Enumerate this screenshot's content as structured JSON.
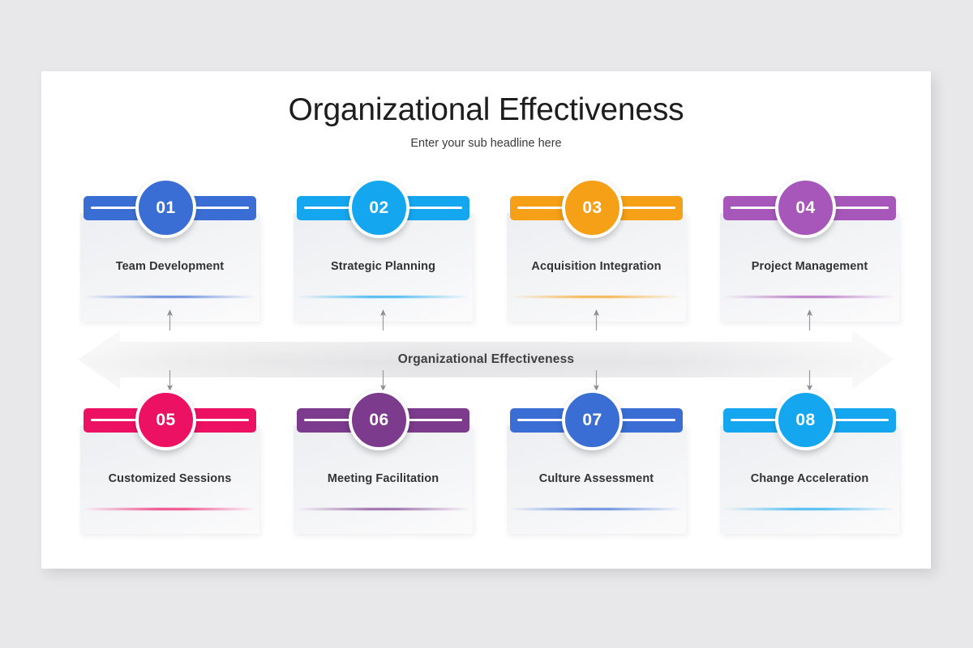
{
  "page": {
    "background_color": "#e8e8ea",
    "slide_background": "#ffffff"
  },
  "header": {
    "title": "Organizational Effectiveness",
    "subtitle": "Enter your sub headline here"
  },
  "band": {
    "label": "Organizational Effectiveness",
    "fill_start": "#f5f5f6",
    "fill_mid": "#e3e3e5",
    "fill_end": "#f7f7f8",
    "direction": "double-headed-horizontal"
  },
  "connector": {
    "color": "#9a9a9a",
    "icon": "arrow-line"
  },
  "cards_top": [
    {
      "number": "01",
      "label": "Team Development",
      "color": "#3b6ed4",
      "bar_color": "#3b6ed4"
    },
    {
      "number": "02",
      "label": "Strategic Planning",
      "color": "#14a7ef",
      "bar_color": "#14a7ef"
    },
    {
      "number": "03",
      "label": "Acquisition Integration",
      "color": "#f5a016",
      "bar_color": "#f5a016"
    },
    {
      "number": "04",
      "label": "Project Management",
      "color": "#a757b9",
      "bar_color": "#a757b9"
    }
  ],
  "cards_bottom": [
    {
      "number": "05",
      "label": "Customized Sessions",
      "color": "#ed1164",
      "bar_color": "#ed1164"
    },
    {
      "number": "06",
      "label": "Meeting Facilitation",
      "color": "#7c3b8d",
      "bar_color": "#7c3b8d"
    },
    {
      "number": "07",
      "label": "Culture Assessment",
      "color": "#3b6ed4",
      "bar_color": "#3b6ed4"
    },
    {
      "number": "08",
      "label": "Change Acceleration",
      "color": "#14a7ef",
      "bar_color": "#14a7ef"
    }
  ]
}
